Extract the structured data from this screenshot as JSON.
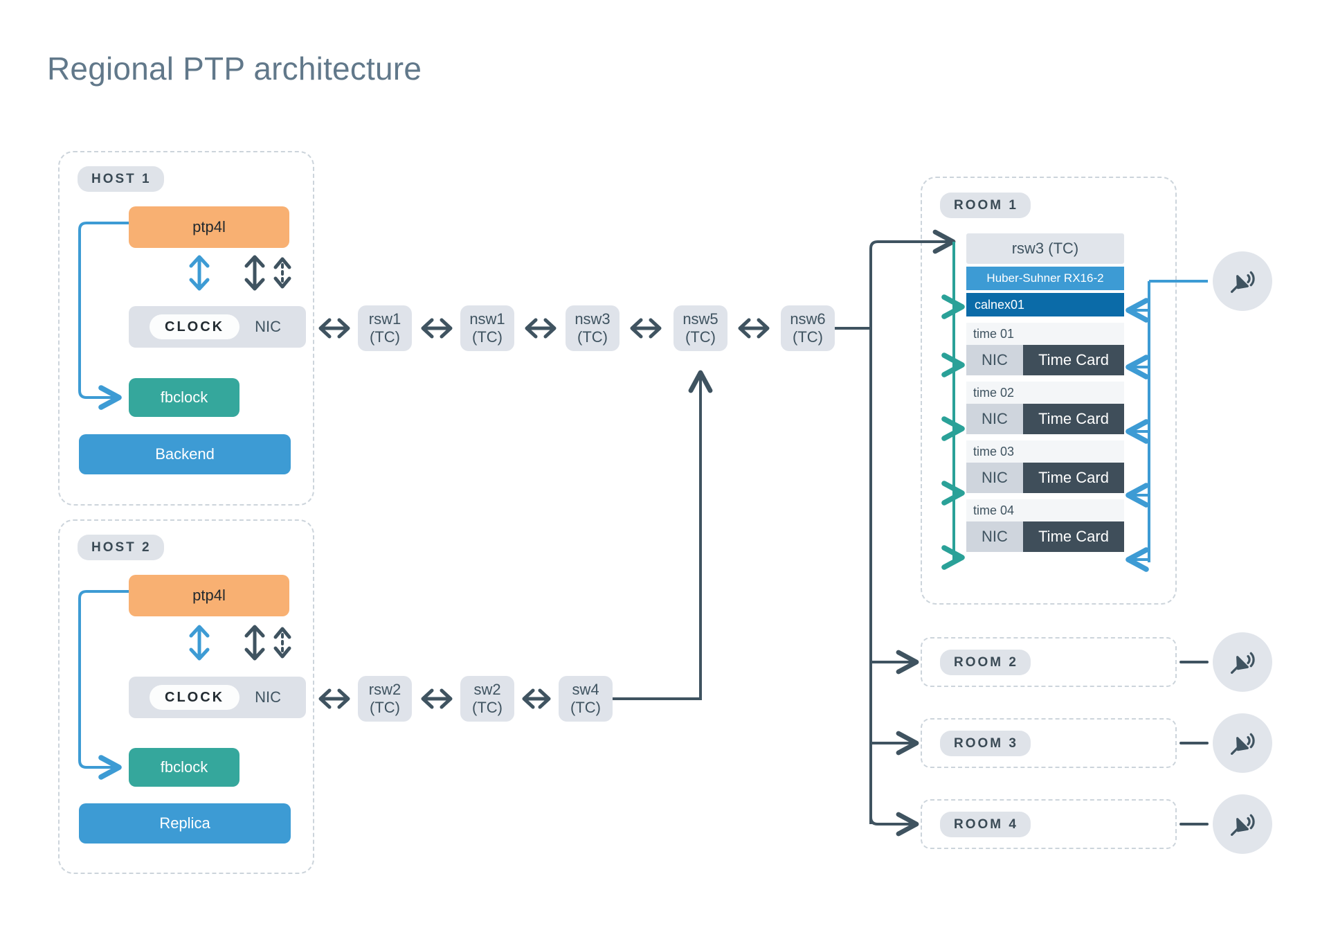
{
  "page": {
    "title": "Regional PTP architecture",
    "title_color": "#61788a",
    "background": "#ffffff"
  },
  "colors": {
    "orange": "#f8b072",
    "teal": "#35a79c",
    "blue": "#3d9bd4",
    "dark_blue": "#0b6ba8",
    "slate": "#3f5360",
    "light_gray": "#dfe3ea",
    "dashed_border": "#ccd4db",
    "time_card": "#3f4e5a"
  },
  "hosts": [
    {
      "badge": "HOST 1",
      "ptp4l": "ptp4l",
      "clock": "CLOCK",
      "nic": "NIC",
      "fbclock": "fbclock",
      "role": "Backend",
      "icons": [
        "double-arrow-blue-icon",
        "double-arrow-dark-icon",
        "double-arrow-dashed-icon"
      ]
    },
    {
      "badge": "HOST 2",
      "ptp4l": "ptp4l",
      "clock": "CLOCK",
      "nic": "NIC",
      "fbclock": "fbclock",
      "role": "Replica",
      "icons": [
        "double-arrow-blue-icon",
        "double-arrow-dark-icon",
        "double-arrow-dashed-icon"
      ]
    }
  ],
  "chain_top": [
    {
      "name": "rsw1",
      "type": "(TC)"
    },
    {
      "name": "nsw1",
      "type": "(TC)"
    },
    {
      "name": "nsw3",
      "type": "(TC)"
    },
    {
      "name": "nsw5",
      "type": "(TC)"
    },
    {
      "name": "nsw6",
      "type": "(TC)"
    }
  ],
  "chain_bottom": [
    {
      "name": "rsw2",
      "type": "(TC)"
    },
    {
      "name": "sw2",
      "type": "(TC)"
    },
    {
      "name": "sw4",
      "type": "(TC)"
    }
  ],
  "room1": {
    "badge": "ROOM 1",
    "rsw": "rsw3 (TC)",
    "huber": "Huber-Suhner RX16-2",
    "calnex": "calnex01",
    "time_servers": [
      {
        "label": "time 01",
        "nic": "NIC",
        "card": "Time Card"
      },
      {
        "label": "time 02",
        "nic": "NIC",
        "card": "Time Card"
      },
      {
        "label": "time 03",
        "nic": "NIC",
        "card": "Time Card"
      },
      {
        "label": "time 04",
        "nic": "NIC",
        "card": "Time Card"
      }
    ]
  },
  "other_rooms": [
    {
      "badge": "ROOM 2",
      "antenna": "gnss-antenna-icon"
    },
    {
      "badge": "ROOM 3",
      "antenna": "gnss-antenna-icon"
    },
    {
      "badge": "ROOM 4",
      "antenna": "gnss-antenna-icon"
    }
  ],
  "room1_antenna": "gnss-antenna-icon"
}
